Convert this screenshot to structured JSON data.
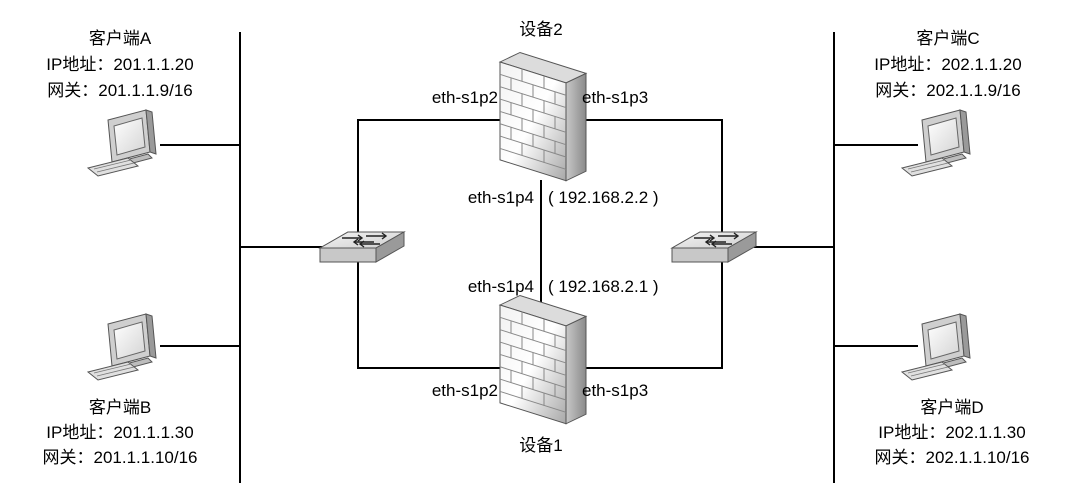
{
  "client_a": {
    "name": "客户端A",
    "ip": "IP地址：201.1.1.20",
    "gateway": "网关：201.1.1.9/16"
  },
  "client_b": {
    "name": "客户端B",
    "ip": "IP地址：201.1.1.30",
    "gateway": "网关：201.1.1.10/16"
  },
  "client_c": {
    "name": "客户端C",
    "ip": "IP地址：202.1.1.20",
    "gateway": "网关：202.1.1.9/16"
  },
  "client_d": {
    "name": "客户端D",
    "ip": "IP地址：202.1.1.30",
    "gateway": "网关：202.1.1.10/16"
  },
  "device2": {
    "name": "设备2",
    "port_left": "eth-s1p2",
    "port_right": "eth-s1p3",
    "port_bottom": "eth-s1p4",
    "port_bottom_ip": "( 192.168.2.2 )"
  },
  "device1": {
    "name": "设备1",
    "port_left": "eth-s1p2",
    "port_right": "eth-s1p3",
    "port_top": "eth-s1p4",
    "port_top_ip": "( 192.168.2.1 )"
  }
}
